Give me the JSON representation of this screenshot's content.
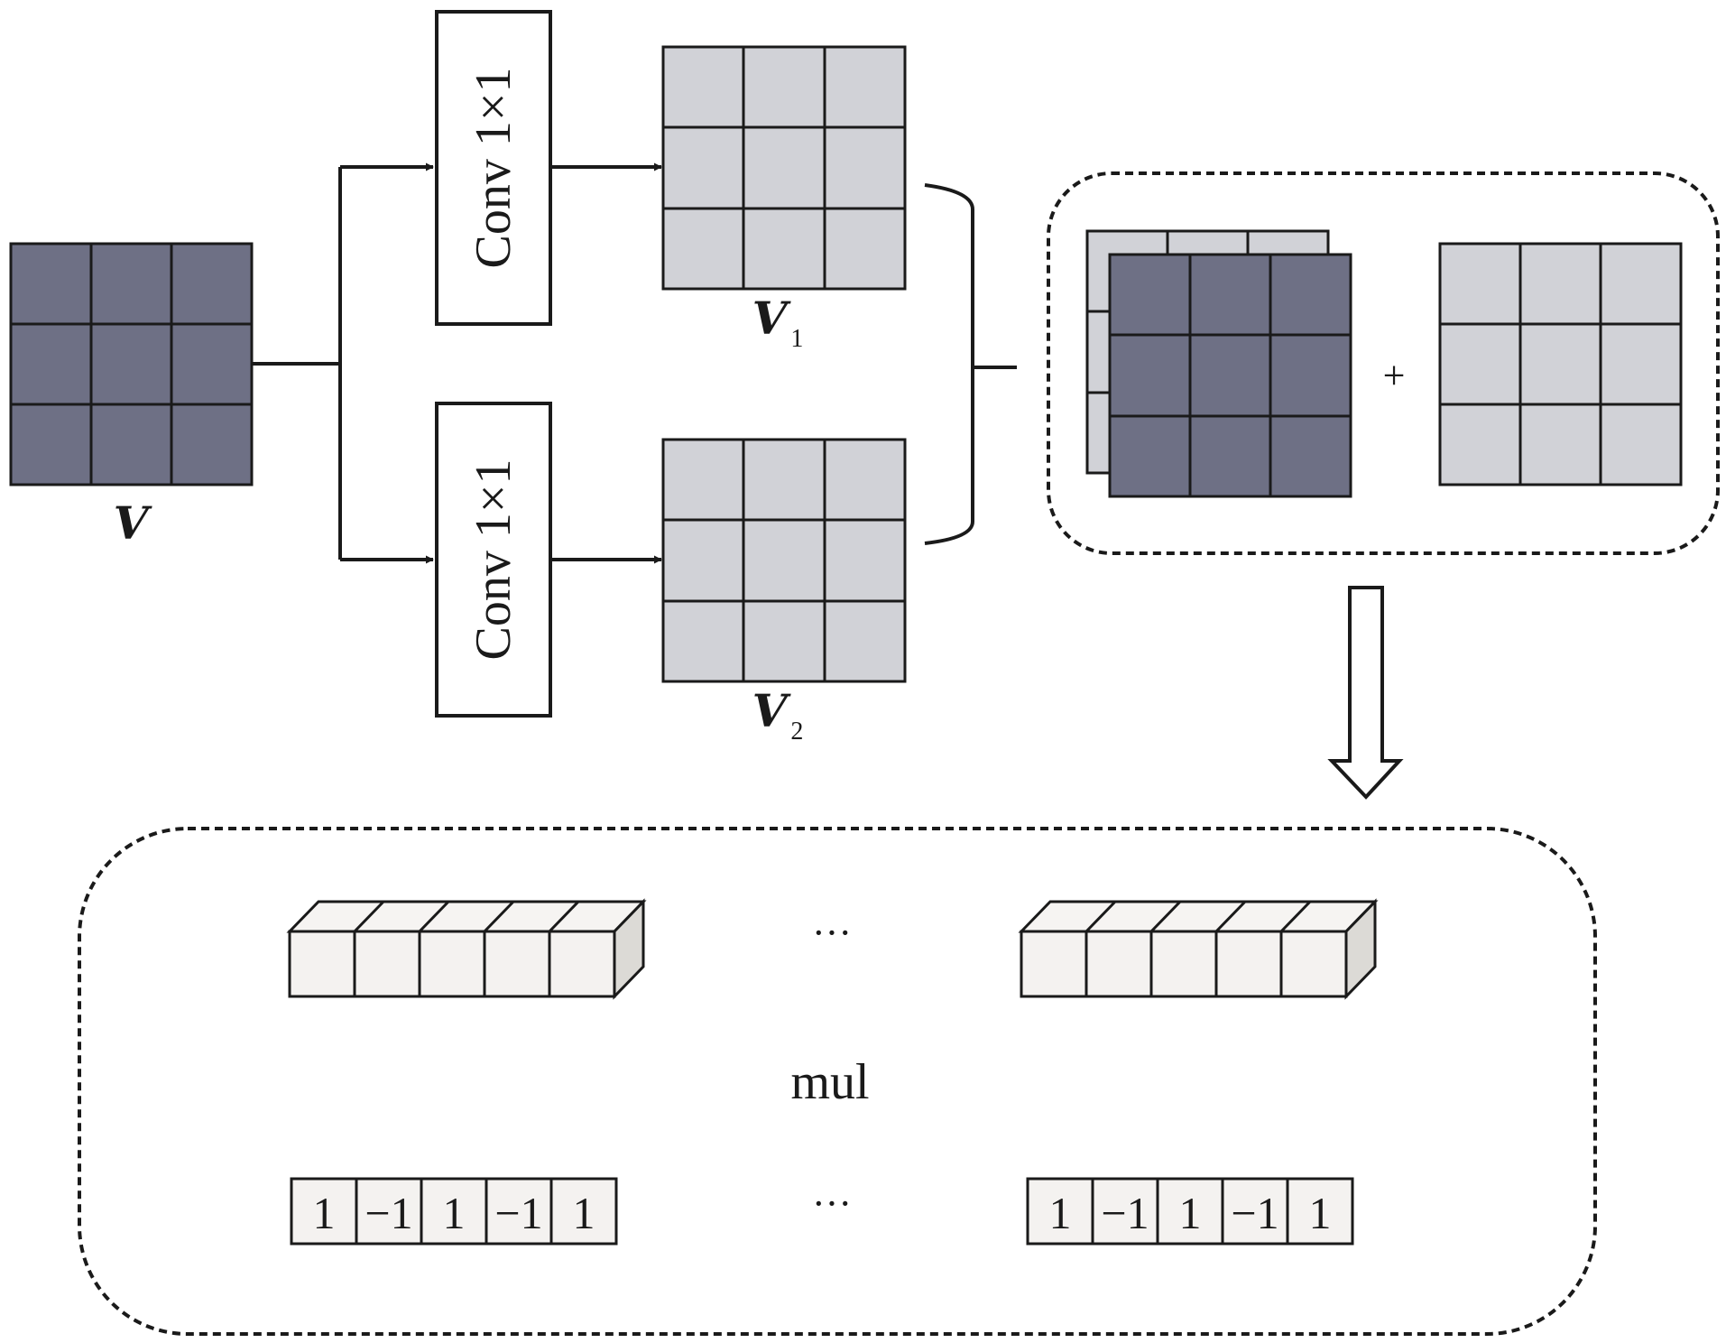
{
  "input": {
    "label": "V"
  },
  "branches": [
    {
      "op_label": "Conv 1×1",
      "output_label": "V",
      "output_subscript": "1"
    },
    {
      "op_label": "Conv 1×1",
      "output_label": "V",
      "output_subscript": "2"
    }
  ],
  "combine": {
    "operator": "+"
  },
  "lower": {
    "ellipsis": "···",
    "operation": "mul",
    "mask_values": [
      "1",
      "−1",
      "1",
      "−1",
      "1"
    ]
  },
  "colors": {
    "dark_cell": "#6e7085",
    "light_cell": "#d1d2d7",
    "cube_face": "#f4f2f0",
    "cube_top": "#f6f4f2",
    "cube_side": "#dcdad6",
    "stroke": "#1a1a1a"
  }
}
